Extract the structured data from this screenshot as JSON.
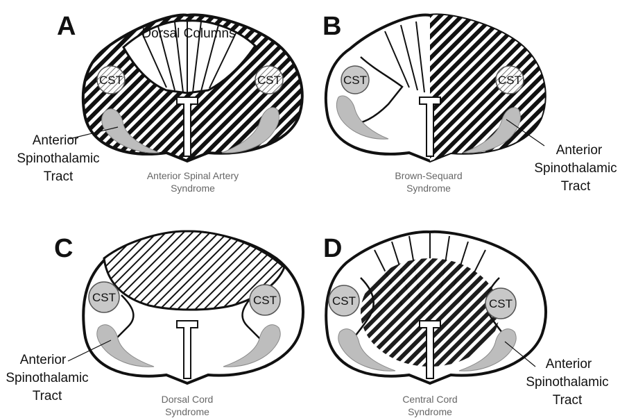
{
  "panels": {
    "a": {
      "letter": "A",
      "dorsal_label": "Dorsal Columns",
      "cst_left": "CST",
      "cst_right": "CST",
      "tract_line1": "Anterior",
      "tract_line2": "Spinothalamic",
      "tract_line3": "Tract",
      "caption_line1": "Anterior Spinal Artery",
      "caption_line2": "Syndrome"
    },
    "b": {
      "letter": "B",
      "cst_left": "CST",
      "cst_right": "CST",
      "tract_line1": "Anterior",
      "tract_line2": "Spinothalamic",
      "tract_line3": "Tract",
      "caption_line1": "Brown-Sequard",
      "caption_line2": "Syndrome"
    },
    "c": {
      "letter": "C",
      "cst_left": "CST",
      "cst_right": "CST",
      "tract_line1": "Anterior",
      "tract_line2": "Spinothalamic",
      "tract_line3": "Tract",
      "caption_line1": "Dorsal Cord",
      "caption_line2": "Syndrome"
    },
    "d": {
      "letter": "D",
      "cst_left": "CST",
      "cst_right": "CST",
      "tract_line1": "Anterior",
      "tract_line2": "Spinothalamic",
      "tract_line3": "Tract",
      "caption_line1": "Central Cord",
      "caption_line2": "Syndrome"
    }
  },
  "colors": {
    "outline": "#111111",
    "tract_fill": "#bdbdbd",
    "cst_fill_plain": "#c8c8c8",
    "hatch": "#111111"
  }
}
